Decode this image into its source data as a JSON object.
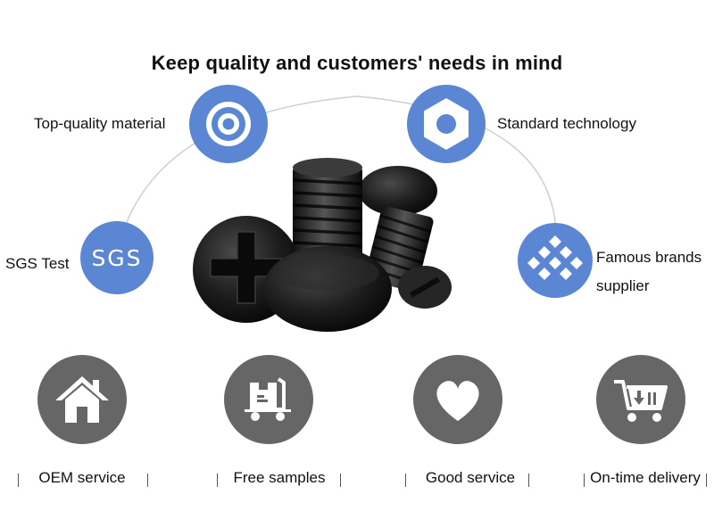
{
  "headline": "Keep quality and customers' needs in mind",
  "features": {
    "top_quality": "Top-quality material",
    "standard_tech": "Standard technology",
    "sgs": "SGS Test",
    "sgs_badge": "SGS",
    "famous_line1": "Famous brands",
    "famous_line2": "supplier"
  },
  "services": [
    {
      "label": "OEM service",
      "icon": "house-icon"
    },
    {
      "label": "Free samples",
      "icon": "hand-truck-box-icon"
    },
    {
      "label": "Good service",
      "icon": "heart-icon"
    },
    {
      "label": "On-time delivery",
      "icon": "shopping-cart-icon"
    }
  ],
  "colors": {
    "accent_blue": "#5b86d4",
    "icon_gray": "#666666"
  }
}
